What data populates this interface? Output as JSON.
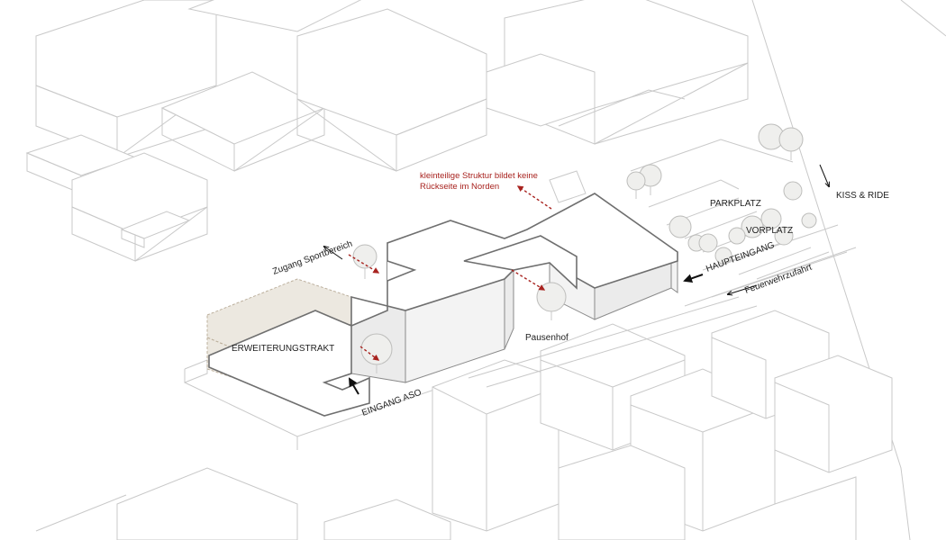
{
  "labels": {
    "red_note_line1": "kleinteilige Struktur bildet keine",
    "red_note_line2": "Rückseite im Norden",
    "parkplatz": "PARKPLATZ",
    "kiss_ride": "KISS & RIDE",
    "vorplatz": "VORPLATZ",
    "haupteingang": "HAUPTEINGANG",
    "feuerwehrzufahrt": "Feuerwehrzufahrt",
    "zugang_sportbereich": "Zugang Sportbereich",
    "erweiterungstrakt": "ERWEITERUNGSTRAKT",
    "pausenhof": "Pausenhof",
    "eingang_aso": "EINGANG ASO"
  },
  "colors": {
    "accent_red": "#a8231f",
    "extension_fill": "#ece7df",
    "context_line": "#c9c9c9",
    "school_outline": "#6f6f6f"
  }
}
